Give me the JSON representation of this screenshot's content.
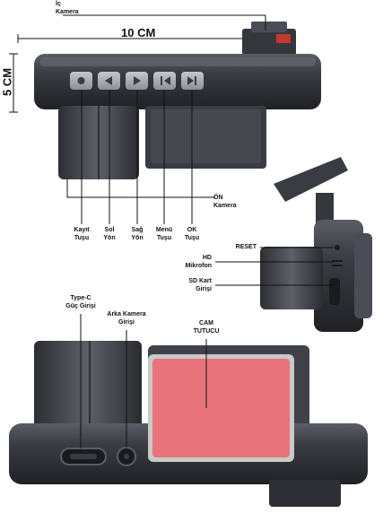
{
  "dimensions": {
    "width_label": "10 CM",
    "height_label": "5 CM"
  },
  "labels": {
    "inner_camera": {
      "line1": "İç",
      "line2": "Kamera"
    },
    "front_camera": {
      "line1": "ÖN",
      "line2": "Kamera"
    },
    "record_button": {
      "line1": "Kayıt",
      "line2": "Tuşu"
    },
    "left_button": {
      "line1": "Sol",
      "line2": "Yön"
    },
    "right_button": {
      "line1": "Sağ",
      "line2": "Yön"
    },
    "menu_button": {
      "line1": "Menü",
      "line2": "Tuşu"
    },
    "ok_button": {
      "line1": "OK",
      "line2": "Tuşu"
    },
    "reset": {
      "line1": "RESET"
    },
    "hd_mic": {
      "line1": "HD",
      "line2": "Mikrofon"
    },
    "sd_card": {
      "line1": "SD Kart",
      "line2": "Girişi"
    },
    "type_c": {
      "line1": "Type-C",
      "line2": "Güç Girişi"
    },
    "rear_camera": {
      "line1": "Arka Kamera",
      "line2": "Girişi"
    },
    "glass_holder": {
      "line1": "CAM",
      "line2": "TUTUCU"
    }
  },
  "colors": {
    "body_dark": "#2b2d33",
    "body_mid": "#4a4d55",
    "body_light": "#6d7078",
    "button_face": "#a6a9b0",
    "adhesive_pad": "#e8737b",
    "adhesive_edge": "#c9c9c9"
  }
}
